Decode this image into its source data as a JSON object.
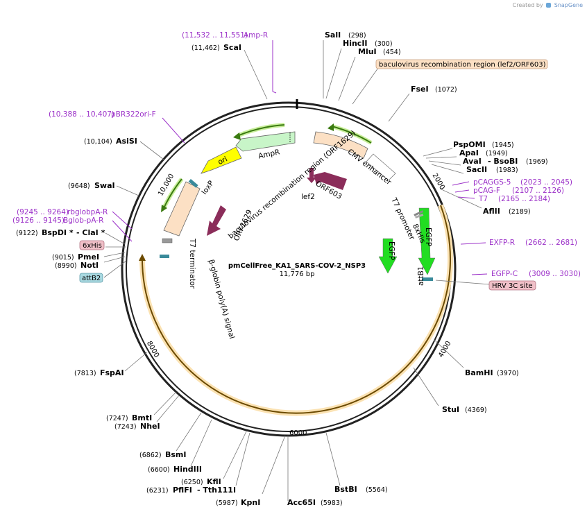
{
  "credit": "Created by",
  "brand": "SnapGene",
  "plasmid_name": "pmCellFree_KA1_SARS-COV-2_NSP3",
  "plasmid_size": "11,776 bp",
  "ticks": [
    "2000",
    "4000",
    "6000",
    "8000",
    "10,000"
  ],
  "sites": [
    {
      "name": "SalI",
      "pos": "(298)"
    },
    {
      "name": "HincII",
      "pos": "(300)"
    },
    {
      "name": "MluI",
      "pos": "(454)"
    },
    {
      "name": "FseI",
      "pos": "(1072)"
    },
    {
      "name": "PspOMI",
      "pos": "(1945)"
    },
    {
      "name": "ApaI",
      "pos": "(1949)"
    },
    {
      "name": "AvaI",
      "pos": "",
      "extra": "- BsoBI",
      "pos2": "(1969)"
    },
    {
      "name": "SacII",
      "pos": "(1983)"
    },
    {
      "name": "AflII",
      "pos": "(2189)"
    },
    {
      "name": "BamHI",
      "pos": "(3970)"
    },
    {
      "name": "StuI",
      "pos": "(4369)"
    },
    {
      "name": "BstBI",
      "pos": "(5564)"
    },
    {
      "name": "Acc65I",
      "pos": "(5983)"
    },
    {
      "name": "KpnI",
      "pos": "(5987)"
    },
    {
      "name": "PflFI",
      "pos": "(6231)",
      "extra": "- Tth111I"
    },
    {
      "name": "KflI",
      "pos": "(6250)"
    },
    {
      "name": "HindIII",
      "pos": "(6600)"
    },
    {
      "name": "BsmI",
      "pos": "(6862)"
    },
    {
      "name": "NheI",
      "pos": "(7243)"
    },
    {
      "name": "BmtI",
      "pos": "(7247)"
    },
    {
      "name": "FspAI",
      "pos": "(7813)"
    },
    {
      "name": "NotI",
      "pos": "(8990)"
    },
    {
      "name": "PmeI",
      "pos": "(9015)"
    },
    {
      "name": "BspDI *",
      "pos": "(9122)",
      "extra": "- ClaI *"
    },
    {
      "name": "SwaI",
      "pos": "(9648)"
    },
    {
      "name": "AsiSI",
      "pos": "(10,104)"
    },
    {
      "name": "ScaI",
      "pos": "(11,462)"
    }
  ],
  "primers": [
    {
      "name": "Amp-R",
      "range": "(11,532 .. 11,551)"
    },
    {
      "name": "pBR322ori-F",
      "range": "(10,388 .. 10,407)"
    },
    {
      "name": "rbglobpA-R",
      "range": "(9245 .. 9264)"
    },
    {
      "name": "Bglob-pA-R",
      "range": "(9126 .. 9145)"
    },
    {
      "name": "pCAGGS-5",
      "range": "(2023 .. 2045)"
    },
    {
      "name": "pCAG-F",
      "range": "(2107 .. 2126)"
    },
    {
      "name": "T7",
      "range": "(2165 .. 2184)"
    },
    {
      "name": "EXFP-R",
      "range": "(2662 .. 2681)"
    },
    {
      "name": "EGFP-C",
      "range": "(3009 .. 3030)"
    }
  ],
  "boxed_labels": {
    "baculo_top": "baculovirus recombination region (lef2/ORF603)",
    "hrv": "HRV 3C site",
    "his6": "6xHis",
    "attb2": "attB2"
  },
  "features": {
    "ampr": "AmpR",
    "ori": "ori",
    "baculo_1629": "baculovirus recombination region (ORF1629)",
    "cmv": "CMV enhancer",
    "loxp": "loxP",
    "orf1629": "ORF1629",
    "orf603": "ORF603",
    "lef2": "lef2",
    "t7_promoter": "T7 promoter",
    "his8": "8xHis",
    "egfp1": "EGFP",
    "egfp2": "EGFP",
    "attb1": "attB1",
    "t7_term": "T7 terminator",
    "bglobin": "β-globin poly(A) signal"
  },
  "colors": {
    "primer": "#9b30c8",
    "egfp": "#22dd22",
    "orf": "#8b2d5a",
    "ori": "#ffff00",
    "ampr": "#c8f5c8",
    "peach": "#fce0c4",
    "insert": "#f5c86e",
    "green_arrow": "#3a7a10"
  }
}
